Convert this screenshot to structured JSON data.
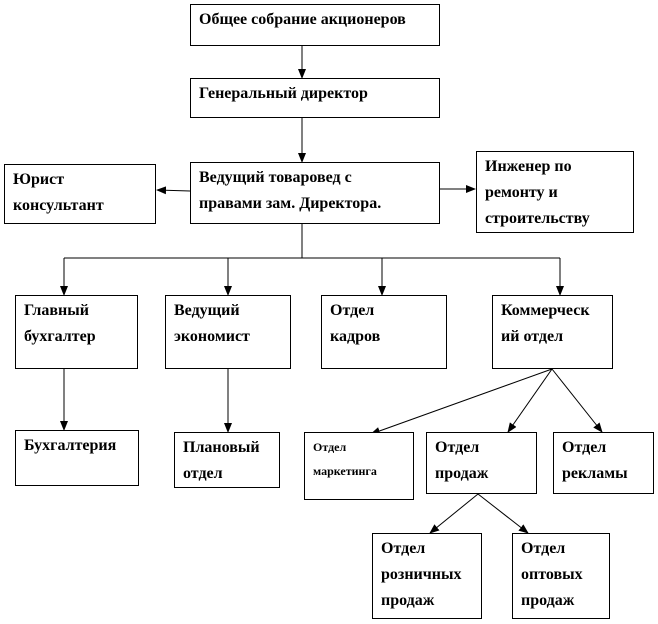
{
  "diagram": {
    "type": "org-chart",
    "colors": {
      "line": "#000000",
      "box_border": "#000000",
      "box_fill": "#ffffff",
      "text": "#000000"
    },
    "nodes": [
      {
        "id": "shareholders",
        "label": "Общее собрание акционеров"
      },
      {
        "id": "general-director",
        "label": "Генеральный директор"
      },
      {
        "id": "lead-merchandiser",
        "label": "Ведущий товаровед с\nправами зам. Директора."
      },
      {
        "id": "lawyer",
        "label": "Юрист\nконсультант"
      },
      {
        "id": "engineer",
        "label": "Инженер по\nремонту и\nстроительству"
      },
      {
        "id": "chief-accountant",
        "label": "Главный\nбухгалтер"
      },
      {
        "id": "lead-economist",
        "label": "Ведущий\nэкономист"
      },
      {
        "id": "hr-department",
        "label": "Отдел\nкадров"
      },
      {
        "id": "commercial-department",
        "label": "Коммерческ\nий отдел"
      },
      {
        "id": "accounting",
        "label": "Бухгалтерия"
      },
      {
        "id": "planning-department",
        "label": "Плановый\nотдел"
      },
      {
        "id": "marketing-department",
        "label": "Отдел\nмаркетинга"
      },
      {
        "id": "sales-department",
        "label": "Отдел\nпродаж"
      },
      {
        "id": "advertising-department",
        "label": "Отдел\nрекламы"
      },
      {
        "id": "retail-sales",
        "label": "Отдел\nрозничных\nпродаж"
      },
      {
        "id": "wholesale-sales",
        "label": "Отдел\nоптовых\nпродаж"
      }
    ],
    "edges": [
      {
        "from": "shareholders",
        "to": "general-director"
      },
      {
        "from": "general-director",
        "to": "lead-merchandiser"
      },
      {
        "from": "lead-merchandiser",
        "to": "lawyer"
      },
      {
        "from": "lead-merchandiser",
        "to": "engineer"
      },
      {
        "from": "lead-merchandiser",
        "to": "chief-accountant"
      },
      {
        "from": "lead-merchandiser",
        "to": "lead-economist"
      },
      {
        "from": "lead-merchandiser",
        "to": "hr-department"
      },
      {
        "from": "lead-merchandiser",
        "to": "commercial-department"
      },
      {
        "from": "chief-accountant",
        "to": "accounting"
      },
      {
        "from": "lead-economist",
        "to": "planning-department"
      },
      {
        "from": "commercial-department",
        "to": "marketing-department"
      },
      {
        "from": "commercial-department",
        "to": "sales-department"
      },
      {
        "from": "commercial-department",
        "to": "advertising-department"
      },
      {
        "from": "sales-department",
        "to": "retail-sales"
      },
      {
        "from": "sales-department",
        "to": "wholesale-sales"
      }
    ]
  }
}
